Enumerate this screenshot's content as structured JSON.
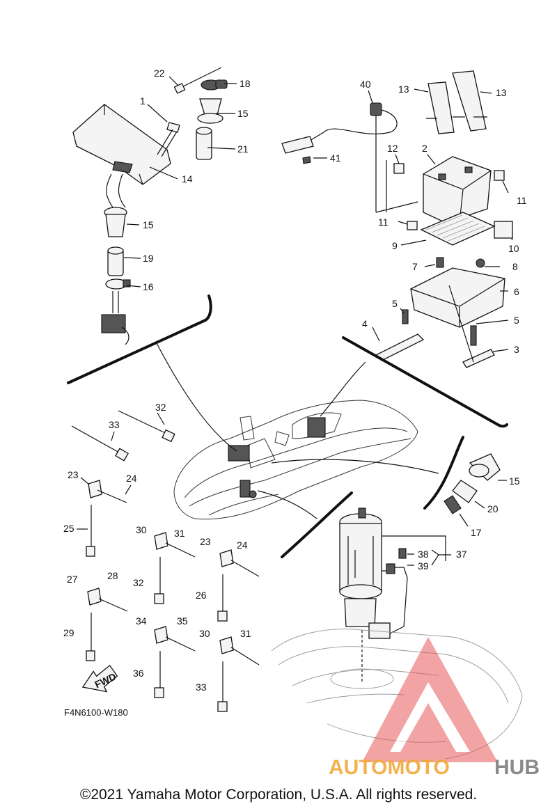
{
  "diagram": {
    "code": "F4N6100-W180",
    "fwd_label": "FWD",
    "part_labels": [
      "1",
      "2",
      "3",
      "4",
      "5",
      "5",
      "6",
      "7",
      "8",
      "9",
      "10",
      "11",
      "11",
      "12",
      "13",
      "13",
      "14",
      "15",
      "15",
      "15",
      "16",
      "17",
      "18",
      "19",
      "20",
      "21",
      "22",
      "23",
      "23",
      "24",
      "24",
      "25",
      "26",
      "27",
      "28",
      "29",
      "30",
      "30",
      "31",
      "31",
      "32",
      "32",
      "33",
      "33",
      "34",
      "35",
      "36",
      "37",
      "38",
      "39",
      "40",
      "41"
    ]
  },
  "watermark": {
    "text_part1": "AUTOMOTO",
    "text_part2": "HUB",
    "color1": "#f2a93b",
    "color2": "#8a8a8a",
    "logo_color": "#e85b5b"
  },
  "footer": {
    "copyright": "©2021 Yamaha Motor Corporation, U.S.A. All rights reserved."
  }
}
